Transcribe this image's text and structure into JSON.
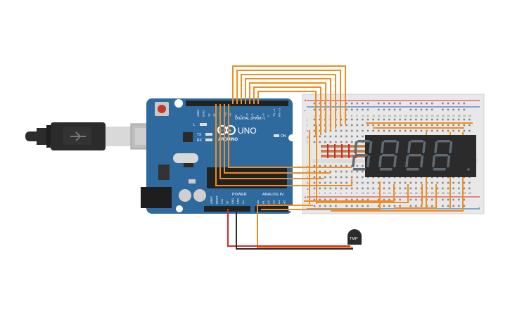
{
  "board": {
    "brand": "ARDUINO",
    "model": "UNO",
    "digital_header_label": "DIGITAL (PWM~)",
    "power_header_label": "POWER",
    "analog_header_label": "ANALOG IN",
    "led_on_label": "ON",
    "led_l_label": "L",
    "led_tx_label": "TX",
    "led_rx_label": "RX",
    "digital_pins": [
      "AREF",
      "GND",
      "13",
      "12",
      "~11",
      "~10",
      "~9",
      "8",
      "7",
      "~6",
      "~5",
      "4",
      "~3",
      "2",
      "TX→1",
      "RX←0"
    ],
    "power_pins": [
      "IOREF",
      "RESET",
      "3.3V",
      "5V",
      "GND",
      "GND",
      "Vin"
    ],
    "analog_pins": [
      "A0",
      "A1",
      "A2",
      "A3",
      "A4",
      "A5"
    ]
  },
  "breadboard": {
    "columns_top": [
      "1",
      "2",
      "3",
      "4",
      "5",
      "6",
      "7",
      "8",
      "9",
      "10",
      "11",
      "12",
      "13",
      "14",
      "15",
      "16",
      "17",
      "18",
      "19",
      "20",
      "21",
      "22",
      "23",
      "24",
      "25",
      "26",
      "27",
      "28",
      "29",
      "30"
    ],
    "rows_top": [
      "j",
      "i",
      "h",
      "g",
      "f"
    ],
    "rows_bottom": [
      "e",
      "d",
      "c",
      "b",
      "a"
    ],
    "rail_plus": "+",
    "rail_minus": "-"
  },
  "display": {
    "digits": [
      "8",
      "8",
      "8",
      "8"
    ],
    "segment_color": "#5f6a72"
  },
  "sensor": {
    "label": "TMP"
  },
  "colors": {
    "wire_orange": "#ef8d1e",
    "wire_red": "#d8262b",
    "wire_black": "#2a2a2a",
    "board_blue": "#2f6a9e",
    "breadboard": "#e8e8e8"
  }
}
